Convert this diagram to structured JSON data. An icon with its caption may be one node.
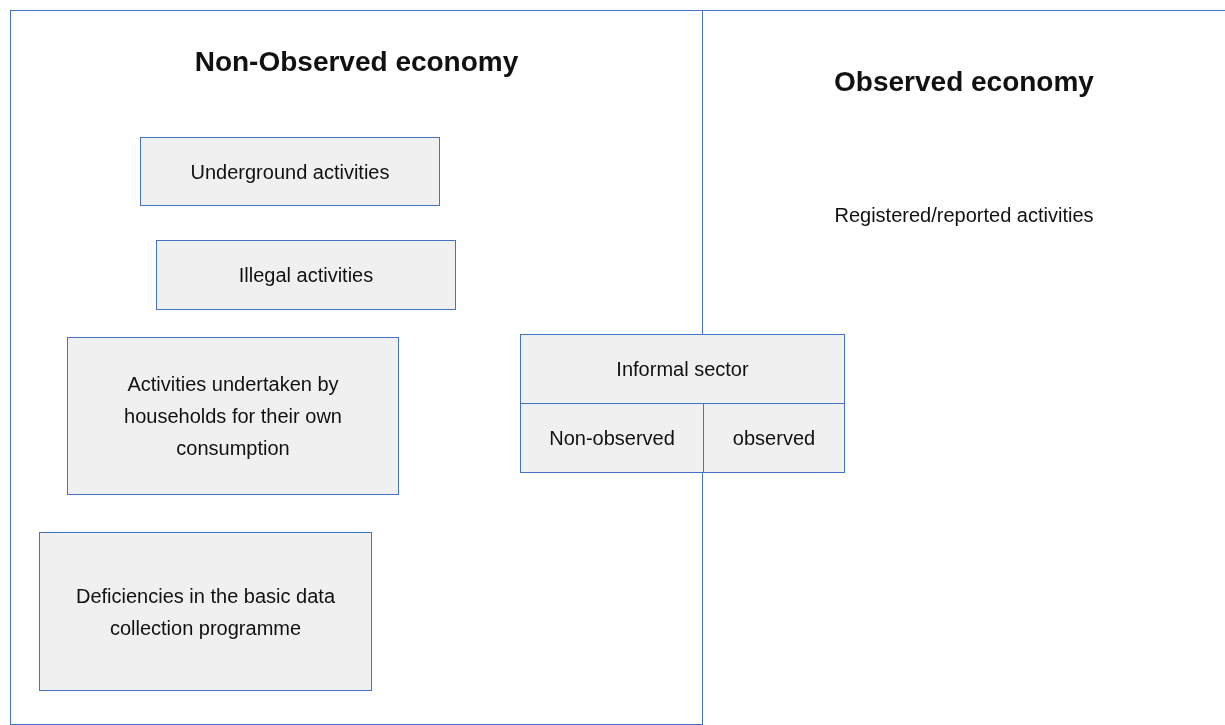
{
  "diagram": {
    "nodes": [
      {
        "text": [
          "Non-Observed economy"
        ]
      },
      {
        "text": [
          "Underground activities"
        ],
        "in": 0
      },
      {
        "text": [
          "Illegal activities"
        ],
        "in": 0
      },
      {
        "text": [
          "Activities undertaken by households for their own consumption"
        ],
        "in": 0
      },
      {
        "text": [
          "Deficiencies in the basic data collection programme"
        ],
        "in": 0
      },
      {
        "text": [
          "Observed economy",
          "Registered/reported activities"
        ]
      },
      {
        "text": [
          "Informal sector"
        ]
      },
      {
        "text": [
          "Non-observed"
        ],
        "in": 0
      },
      {
        "text": [
          "observed"
        ],
        "in": 5
      }
    ],
    "edges": []
  }
}
